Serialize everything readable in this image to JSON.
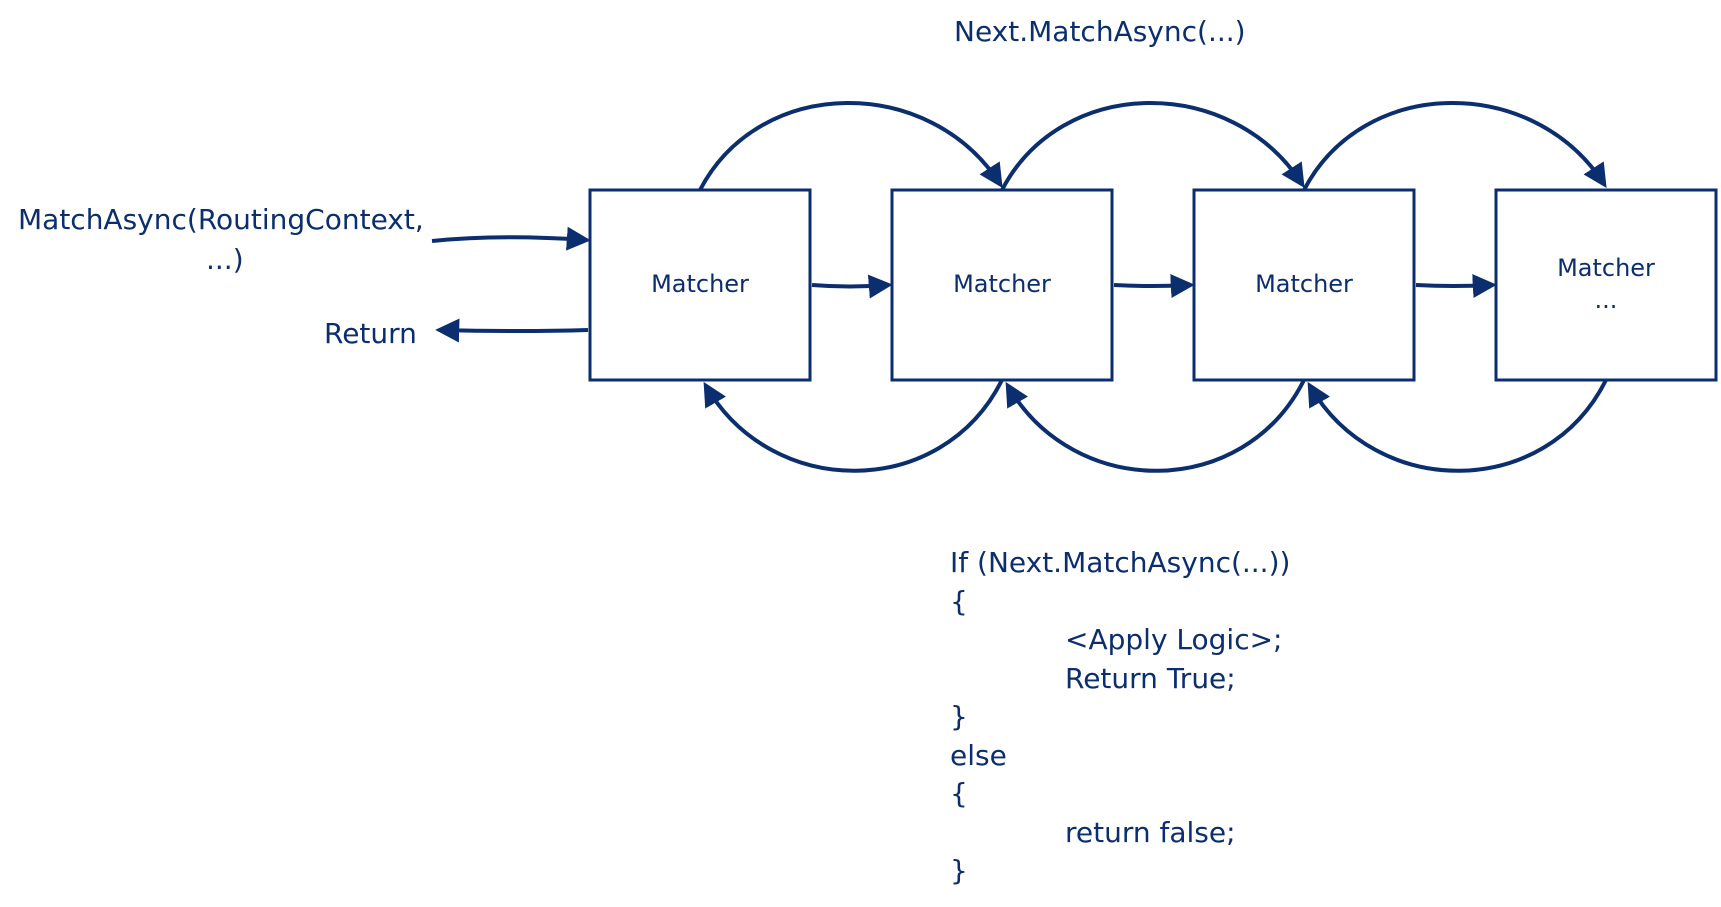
{
  "top_call_label": "Next.MatchAsync(...)",
  "entry": {
    "line1": "MatchAsync(RoutingContext,",
    "line2": "...)"
  },
  "return_label": "Return",
  "matchers": [
    {
      "label": "Matcher",
      "sub": ""
    },
    {
      "label": "Matcher",
      "sub": ""
    },
    {
      "label": "Matcher",
      "sub": ""
    },
    {
      "label": "Matcher",
      "sub": "..."
    }
  ],
  "code": [
    "If (Next.MatchAsync(...))",
    "{",
    "<Apply Logic>;",
    "Return True;",
    "}",
    "else",
    "{",
    "return false;",
    "}"
  ],
  "colors": {
    "ink": "#0b2e6e"
  }
}
